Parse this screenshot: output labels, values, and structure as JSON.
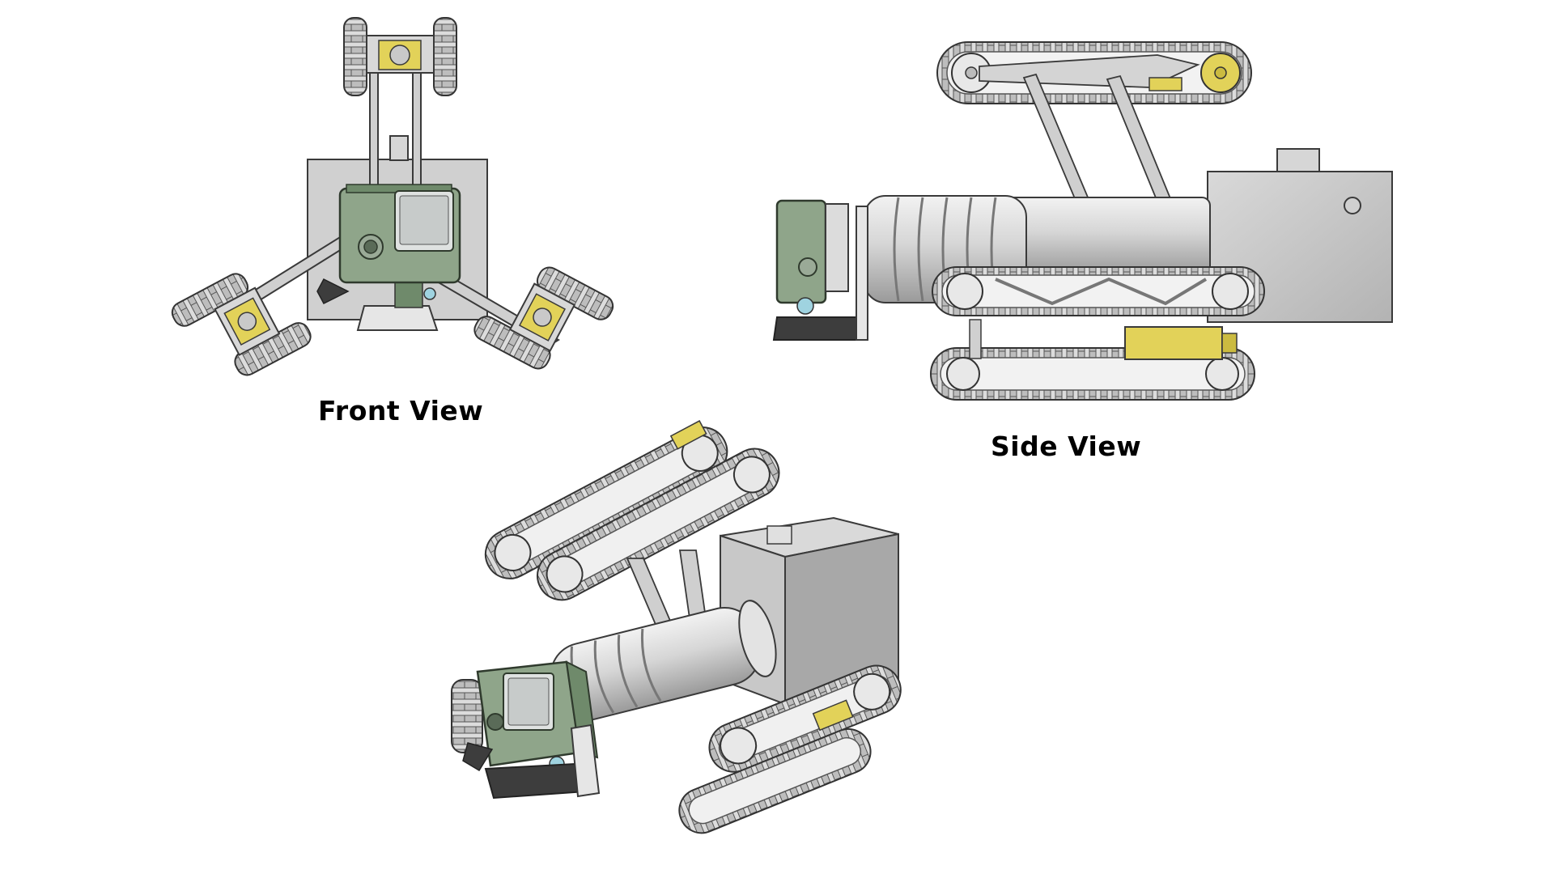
{
  "labels": {
    "front_view": "Front View",
    "side_view": "Side View"
  },
  "colors": {
    "background": "#ffffff",
    "metal_light": "#e2e2e2",
    "metal_mid": "#c4c4c4",
    "metal_dark": "#8a8a8a",
    "outline": "#3a3a3a",
    "camera_green": "#8fa58a",
    "camera_green_dark": "#6f8a6b",
    "screen_grey": "#bfc3c2",
    "motor_yellow": "#e2d259",
    "mount_black": "#3d3d3d",
    "lens_blue": "#9fd3e0"
  },
  "icons": {
    "front_model": "crawler-robot-front-view",
    "side_model": "crawler-robot-side-view",
    "iso_model": "crawler-robot-isometric-view"
  }
}
